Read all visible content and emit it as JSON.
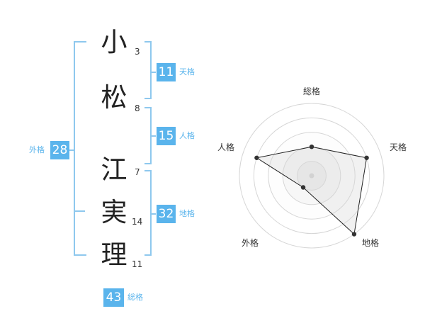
{
  "name": {
    "surname": [
      {
        "char": "小",
        "strokes": "3"
      },
      {
        "char": "松",
        "strokes": "8"
      }
    ],
    "given": [
      {
        "char": "江",
        "strokes": "7"
      },
      {
        "char": "実",
        "strokes": "14"
      },
      {
        "char": "理",
        "strokes": "11"
      }
    ]
  },
  "fortunes": {
    "tenkaku": {
      "label": "天格",
      "value": "11"
    },
    "jinkaku": {
      "label": "人格",
      "value": "15"
    },
    "chikaku": {
      "label": "地格",
      "value": "32"
    },
    "gaikaku": {
      "label": "外格",
      "value": "28"
    },
    "soukaku": {
      "label": "総格",
      "value": "43"
    }
  },
  "radar": {
    "labels": {
      "top": "総格",
      "upper_right": "天格",
      "lower_right": "地格",
      "lower_left": "外格",
      "upper_left": "人格"
    },
    "levels": 5,
    "chart_data": {
      "type": "radar",
      "axes": [
        "総格",
        "天格",
        "地格",
        "外格",
        "人格"
      ],
      "values": [
        2,
        4,
        5,
        1,
        4
      ],
      "max": 5
    }
  }
}
